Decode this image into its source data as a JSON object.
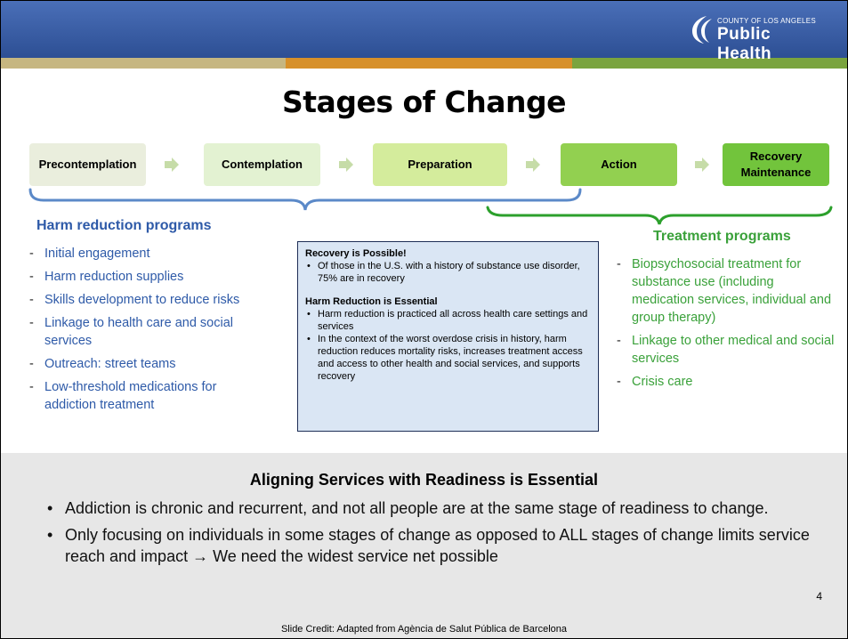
{
  "logo": {
    "top_text": "COUNTY OF LOS ANGELES",
    "main_text": "Public Health"
  },
  "title": "Stages of Change",
  "stages": [
    {
      "label": "Precontemplation",
      "color": "#eaeedd"
    },
    {
      "label": "Contemplation",
      "color": "#e3f2d2"
    },
    {
      "label": "Preparation",
      "color": "#d4ec9c"
    },
    {
      "label": "Action",
      "color": "#92d050"
    },
    {
      "label": "Recovery Maintenance",
      "color": "#72c43c"
    }
  ],
  "harm_reduction": {
    "heading": "Harm reduction programs",
    "bullet_marker": "-",
    "items": [
      "Initial engagement",
      "Harm reduction supplies",
      "Skills development to reduce risks",
      "Linkage to health care and social services",
      "Outreach: street teams",
      "Low-threshold medications for addiction treatment"
    ]
  },
  "treatment": {
    "heading": "Treatment programs",
    "bullet_marker": "-",
    "items": [
      "Biopsychosocial treatment for substance use (including medication services, individual and group therapy)",
      "Linkage to other medical and social services",
      "Crisis care"
    ]
  },
  "info_box": {
    "heading1": "Recovery is Possible!",
    "bullets1": [
      "Of those in the U.S. with a history of substance use disorder, 75% are in recovery"
    ],
    "heading2": "Harm Reduction is Essential",
    "bullets2": [
      "Harm reduction is practiced all across health care settings and services",
      "In the context of the worst overdose crisis in history, harm reduction reduces mortality risks, increases treatment access and access to other health and social services, and supports recovery"
    ]
  },
  "bottom": {
    "heading": "Aligning Services with Readiness is Essential",
    "bullets": [
      "Addiction is chronic and recurrent, and not all people are at the same stage of readiness to change.",
      "Only focusing on individuals in some stages of change as opposed to ALL stages of change limits service reach and impact → We need the widest service net possible"
    ]
  },
  "page_number": "4",
  "credit": "Slide Credit: Adapted from Agència de Salut Pública de Barcelona",
  "colors": {
    "header_blue": "#2d4f94",
    "stripe_tan": "#c6b681",
    "stripe_orange": "#d7902a",
    "stripe_green": "#7aa43e",
    "harm_blue": "#2e5aa8",
    "treatment_green": "#3aa13a",
    "info_box_fill": "#dae6f4",
    "arrow": "#c6dca8"
  }
}
